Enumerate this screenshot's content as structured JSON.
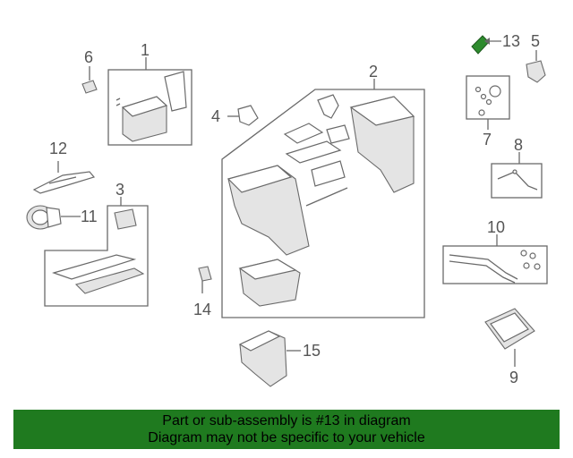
{
  "diagram": {
    "callouts": [
      "1",
      "2",
      "3",
      "4",
      "5",
      "6",
      "7",
      "8",
      "9",
      "10",
      "11",
      "12",
      "13",
      "14",
      "15"
    ],
    "highlight_color": "#2e8b2e"
  },
  "banner": {
    "line1": "Part or sub-assembly is #13 in diagram",
    "line2": "Diagram may not be specific to your vehicle",
    "background": "#1f7a1f"
  }
}
